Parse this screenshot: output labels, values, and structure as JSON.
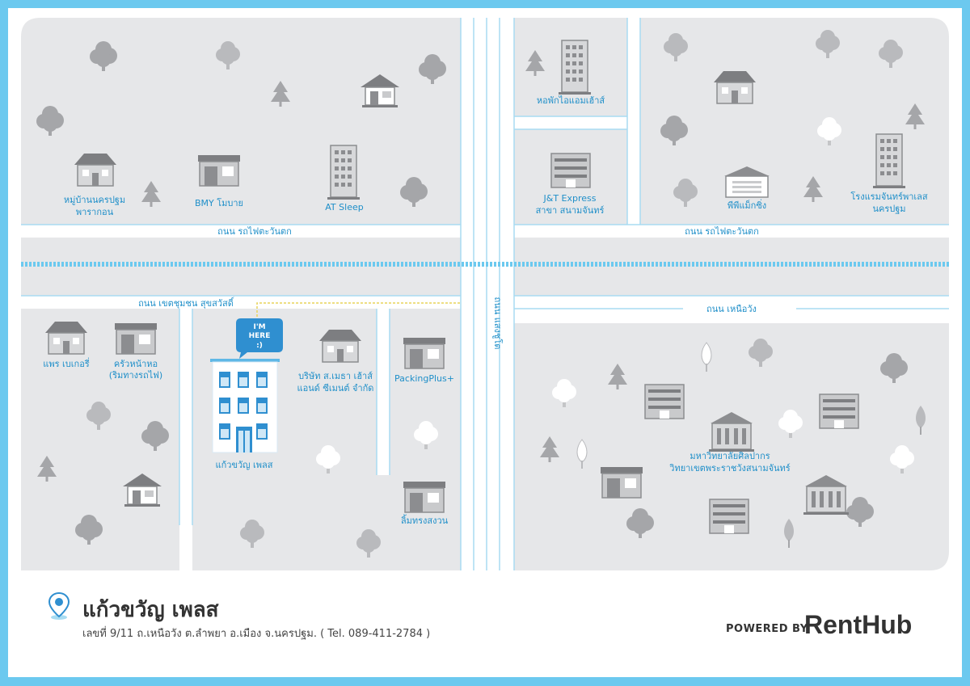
{
  "colors": {
    "border": "#6cc9ef",
    "block": "#e6e7e9",
    "road_line": "#a8dcf2",
    "rail": "#6cc9ef",
    "accent": "#1f8fc9",
    "icon": "#8c8d90"
  },
  "roads": {
    "rail_west": "ถนน รถไฟตะวันตก",
    "rail_east": "ถนน รถไฟตะวันตก",
    "khet": "ถนน เขตชุมชน สุขสวัสดิ์",
    "vertical": "ถนน แสงชูโต",
    "nuea_wang": "ถนน เหนือวัง"
  },
  "places": {
    "village": [
      "หมู่บ้านนครปฐม",
      "พารากอน"
    ],
    "bmy": "BMY โมบาย",
    "at_sleep": "AT Sleep",
    "dorm": "หอพักไอแอมเฮ้าส์",
    "jt": [
      "J&T Express",
      "สาขา สนามจันทร์"
    ],
    "ppmax": "พีพีแม็กซิ่ง",
    "hotel": [
      "โรงแรมจันทร์พาเลส",
      "นครปฐม"
    ],
    "bakery": "แพร เบเกอรี่",
    "kitchen": [
      "ครัวหน้าหอ",
      "(ริมทางรถไฟ)"
    ],
    "marker": [
      "I'M",
      "HERE",
      ":)"
    ],
    "kaew": "แก้วขวัญ เพลส",
    "company": [
      "บริษัท ส.เมธา เฮ้าส์",
      "แอนด์ ซีเมนต์ จำกัด"
    ],
    "packing": "PackingPlus+",
    "limthong": "ลิ้มทรงสงวน",
    "university": [
      "มหาวิทยาลัยศิลปากร",
      "วิทยาเขตพระราชวังสนามจันทร์"
    ]
  },
  "footer": {
    "title": "แก้วขวัญ เพลส",
    "address": "เลขที่ 9/11 ถ.เหนือวัง ต.ลำพยา อ.เมือง จ.นครปฐม. ( Tel. 089-411-2784 )",
    "powered_by": "POWERED BY",
    "brand": "RentHub"
  }
}
